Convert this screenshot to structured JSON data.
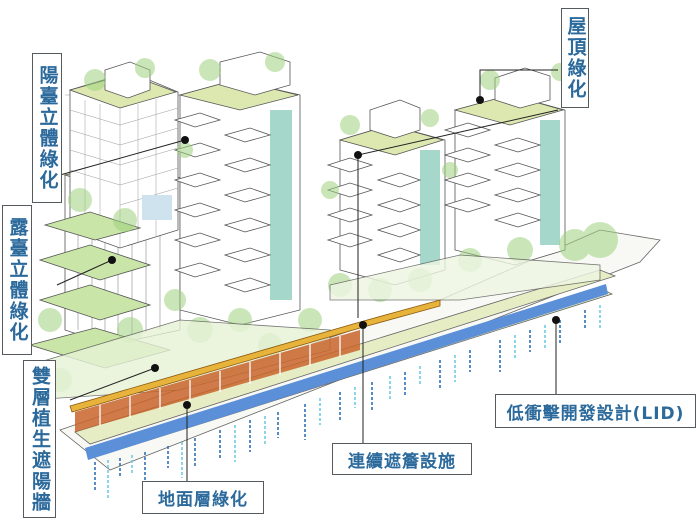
{
  "diagram": {
    "type": "isometric architectural illustration",
    "subject": "Green building street-front with multiple greening and stormwater strategies",
    "colors": {
      "label_text": "#2c6a9c",
      "label_border": "#555a5e",
      "greenery": "#9fd27f",
      "greenery_light": "#c9e6a8",
      "roof_slab": "#dde8b0",
      "glass": "#cfe3ee",
      "canopy": "#f2b230",
      "shopfront": "#c9642c",
      "lid_strip": "#5b8fd8",
      "rain_arrow_dark": "#2f6fb5",
      "rain_arrow_light": "#6ecbe3",
      "line": "#333333"
    }
  },
  "labels": {
    "balcony_greening": "陽臺立體綠化",
    "terrace_greening": "露臺立體綠化",
    "double_layer_green_shade_wall": "雙層植生遮陽牆",
    "rooftop_greening": "屋頂綠化",
    "lid": "低衝擊開發設計(LID)",
    "continuous_canopy": "連續遮簷設施",
    "ground_level_greening": "地面層綠化"
  }
}
